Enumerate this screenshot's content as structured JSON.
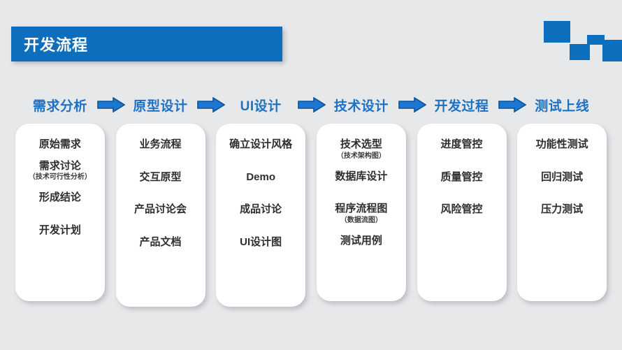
{
  "title": {
    "text": "开发流程",
    "bar_color": "#0d6ebd",
    "text_color": "#ffffff"
  },
  "decoration": {
    "name": "corner-blocks",
    "color": "#0d6ebd"
  },
  "theme": {
    "background": "#e7e8ea",
    "accent_blue": "#0d6ebd",
    "header_blue": "#1c72c4",
    "arrow_fill": "#1b77cf",
    "arrow_stroke": "#0c5296",
    "card_bg": "#ffffff",
    "item_text": "#2e2e2e"
  },
  "arrow_icon": "right-arrow-icon",
  "stages": [
    {
      "title": "需求分析",
      "has_arrow": true,
      "items": [
        {
          "label": "原始需求",
          "note": ""
        },
        {
          "label": "需求讨论",
          "note": "（技术可行性分析）"
        },
        {
          "label": "形成结论",
          "note": ""
        },
        {
          "label": "开发计划",
          "note": ""
        }
      ]
    },
    {
      "title": "原型设计",
      "has_arrow": true,
      "items": [
        {
          "label": "业务流程",
          "note": ""
        },
        {
          "label": "交互原型",
          "note": ""
        },
        {
          "label": "产品讨论会",
          "note": ""
        },
        {
          "label": "产品文档",
          "note": ""
        }
      ]
    },
    {
      "title": "UI设计",
      "has_arrow": true,
      "items": [
        {
          "label": "确立设计风格",
          "note": ""
        },
        {
          "label": "Demo",
          "note": ""
        },
        {
          "label": "成品讨论",
          "note": ""
        },
        {
          "label": "UI设计图",
          "note": ""
        }
      ]
    },
    {
      "title": "技术设计",
      "has_arrow": true,
      "items": [
        {
          "label": "技术选型",
          "note": "（技术架构图）"
        },
        {
          "label": "数据库设计",
          "note": ""
        },
        {
          "label": "程序流程图",
          "note": "（数据流图）"
        },
        {
          "label": "测试用例",
          "note": ""
        }
      ]
    },
    {
      "title": "开发过程",
      "has_arrow": true,
      "items": [
        {
          "label": "进度管控",
          "note": ""
        },
        {
          "label": "质量管控",
          "note": ""
        },
        {
          "label": "风险管控",
          "note": ""
        }
      ]
    },
    {
      "title": "测试上线",
      "has_arrow": false,
      "items": [
        {
          "label": "功能性测试",
          "note": ""
        },
        {
          "label": "回归测试",
          "note": ""
        },
        {
          "label": "压力测试",
          "note": ""
        }
      ]
    }
  ]
}
